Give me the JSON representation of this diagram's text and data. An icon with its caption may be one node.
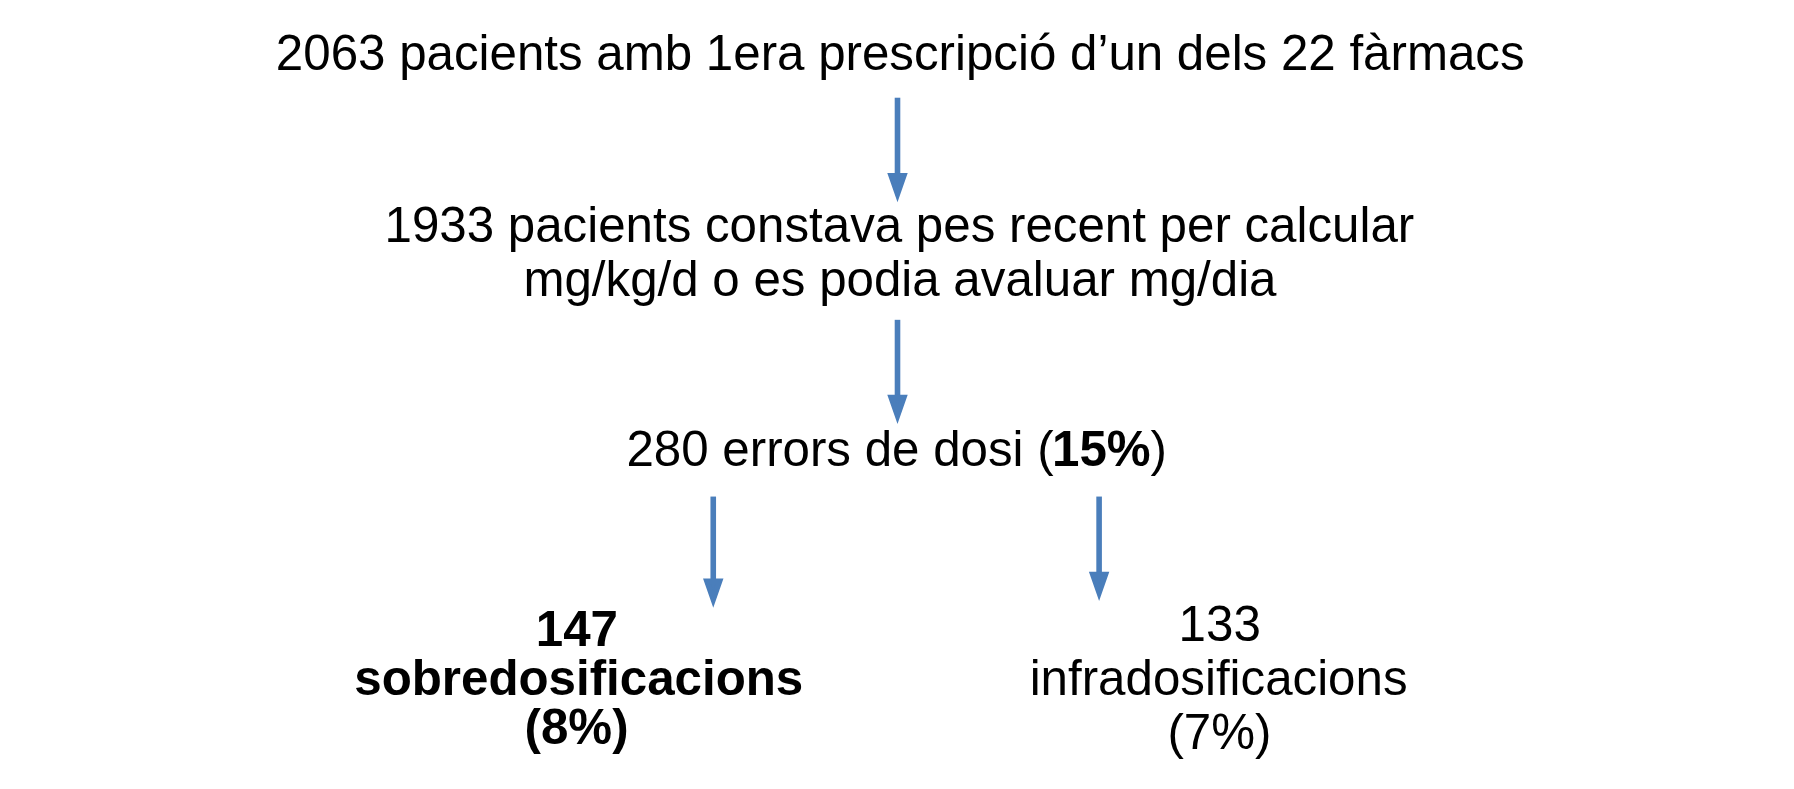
{
  "diagram": {
    "nodes": [
      {
        "text": [
          "2063 pacients amb 1era prescripció d’un dels 22 fàrmacs"
        ]
      },
      {
        "text": [
          "1933 pacients constava pes recent per calcular mg/kg/d o es podia avaluar mg/dia"
        ]
      },
      {
        "text": [
          "280 errors de dosi (**15%**)"
        ]
      },
      {
        "text": [
          "147 sobredosificacions (8%)"
        ]
      },
      {
        "text": [
          "133 infradosificacions (7%)"
        ]
      }
    ],
    "edges": [
      {
        "from": 0,
        "to": 1,
        "arrow": "to"
      },
      {
        "from": 1,
        "to": 2,
        "arrow": "to"
      },
      {
        "from": 2,
        "to": 3,
        "arrow": "to"
      },
      {
        "from": 2,
        "to": 4,
        "arrow": "to"
      }
    ]
  }
}
